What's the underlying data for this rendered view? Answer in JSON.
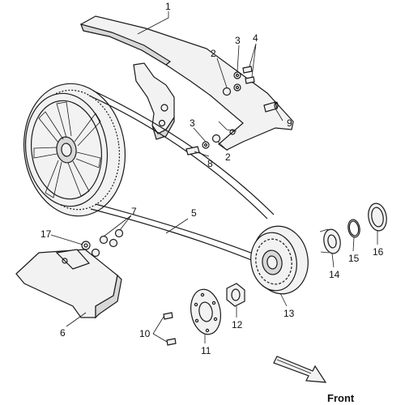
{
  "callouts": {
    "c1": "1",
    "c2a": "2",
    "c2b": "2",
    "c3a": "3",
    "c3b": "3",
    "c4": "4",
    "c5": "5",
    "c6": "6",
    "c7": "7",
    "c8": "8",
    "c9": "9",
    "c10": "10",
    "c11": "11",
    "c12": "12",
    "c13": "13",
    "c14": "14",
    "c15": "15",
    "c16": "16",
    "c17": "17"
  },
  "front_label": "Front"
}
